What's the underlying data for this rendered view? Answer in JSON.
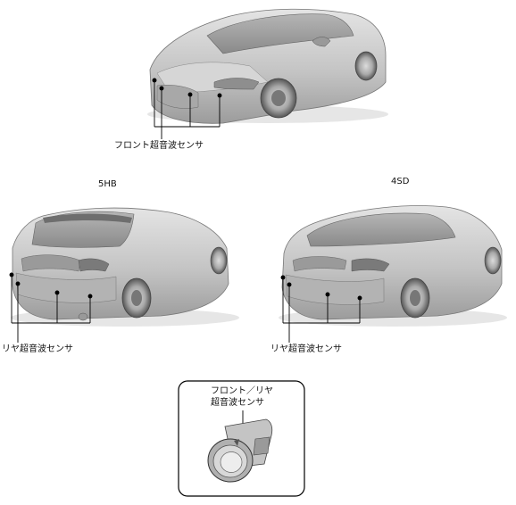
{
  "labels": {
    "front_sensor": "フロント超音波センサ",
    "hatchback": "5HB",
    "sedan": "4SD",
    "rear_sensor_5hb": "リヤ超音波センサ",
    "rear_sensor_4sd": "リヤ超音波センサ",
    "detail_line1": "フロント／リヤ",
    "detail_line2": "超音波センサ"
  },
  "colors": {
    "car_body": "#c9c9c9",
    "car_shadow": "#9a9a9a",
    "line": "#000000"
  }
}
